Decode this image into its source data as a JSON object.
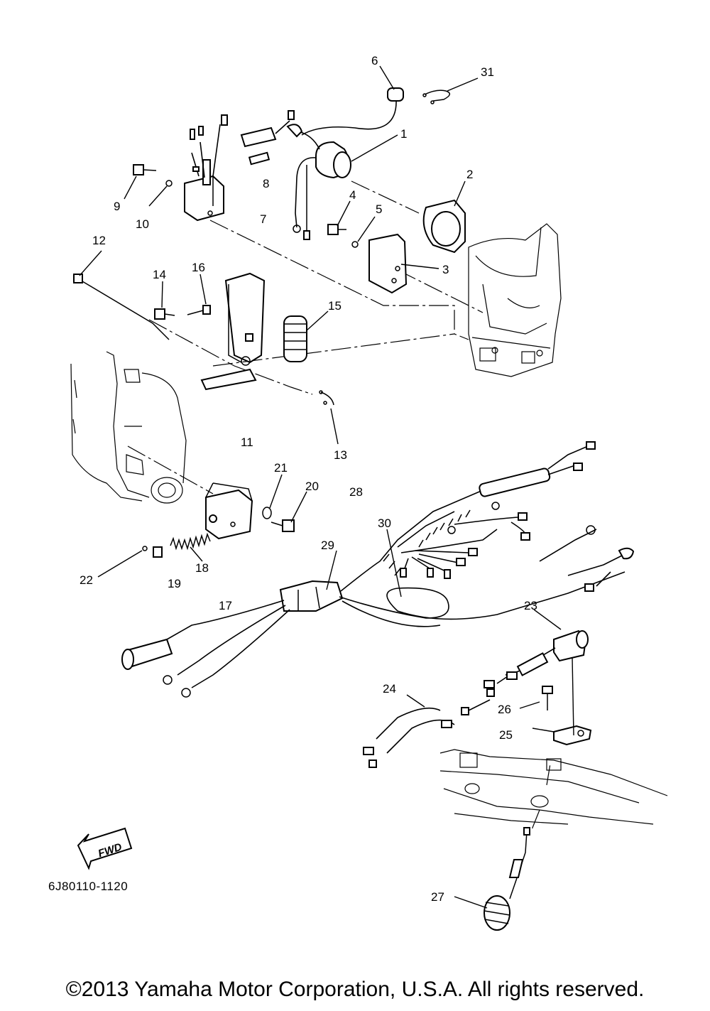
{
  "callouts": [
    "1",
    "2",
    "3",
    "4",
    "5",
    "6",
    "7",
    "8",
    "9",
    "10",
    "11",
    "12",
    "13",
    "14",
    "15",
    "16",
    "17",
    "18",
    "19",
    "20",
    "21",
    "22",
    "23",
    "24",
    "25",
    "26",
    "27",
    "28",
    "29",
    "30",
    "31"
  ],
  "fwd_label": "FWD",
  "part_code": "6J80110-1120",
  "copyright": "©2013 Yamaha Motor Corporation, U.S.A. All rights reserved."
}
